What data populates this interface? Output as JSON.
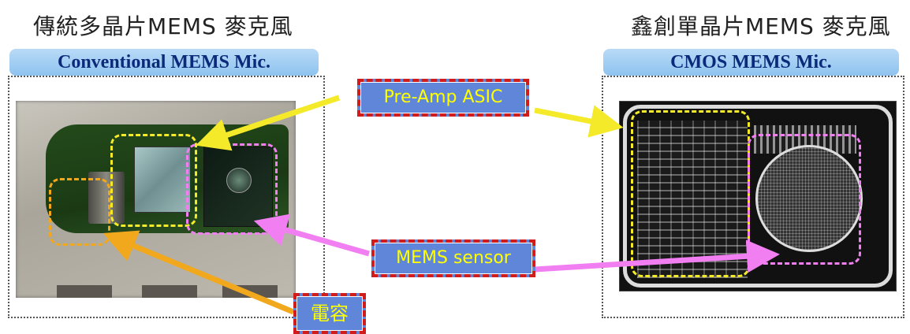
{
  "left": {
    "title": "傳統多晶片MEMS 麥克風",
    "header": "Conventional MEMS Mic."
  },
  "right": {
    "title": "鑫創單晶片MEMS 麥克風",
    "header": "CMOS MEMS Mic."
  },
  "callouts": {
    "preamp": "Pre-Amp ASIC",
    "mems_sensor": "MEMS sensor",
    "capacitor": "電容"
  },
  "colors": {
    "asic_outline": "#f4ea2a",
    "sensor_outline": "#f27ff2",
    "capacitor_outline": "#f2a81d",
    "callout_fill": "#5f86d9",
    "callout_border": "#d21c1c",
    "callout_text": "#ffff00",
    "header_text": "#0b2a7a"
  }
}
